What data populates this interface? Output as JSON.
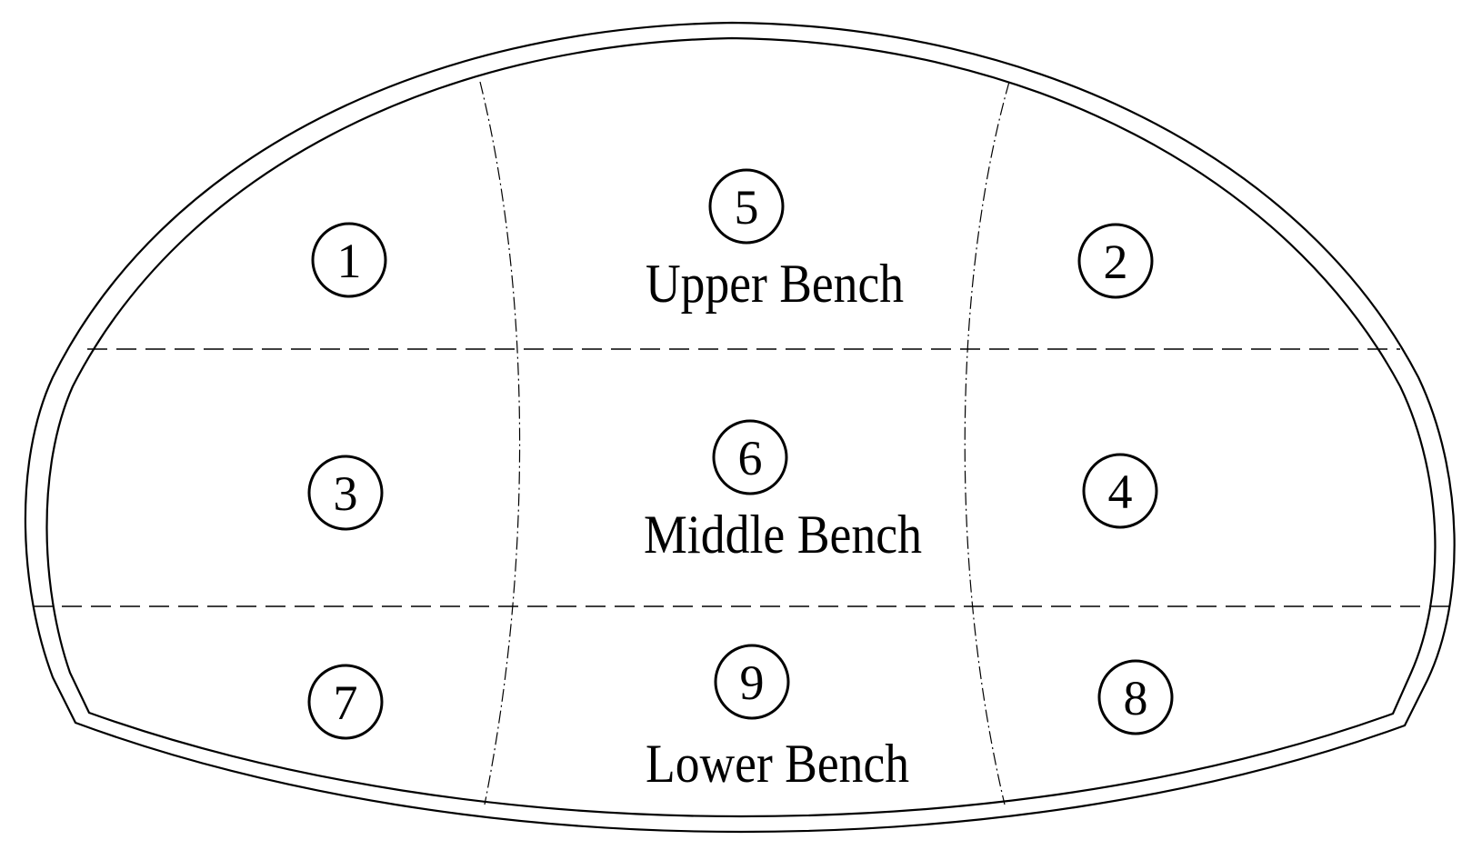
{
  "diagram": {
    "sections": [
      {
        "id": "1",
        "label": "1"
      },
      {
        "id": "2",
        "label": "2"
      },
      {
        "id": "3",
        "label": "3"
      },
      {
        "id": "4",
        "label": "4"
      },
      {
        "id": "5",
        "label": "5"
      },
      {
        "id": "6",
        "label": "6"
      },
      {
        "id": "7",
        "label": "7"
      },
      {
        "id": "8",
        "label": "8"
      },
      {
        "id": "9",
        "label": "9"
      }
    ],
    "benches": {
      "upper": "Upper Bench",
      "middle": "Middle Bench",
      "lower": "Lower Bench"
    }
  }
}
